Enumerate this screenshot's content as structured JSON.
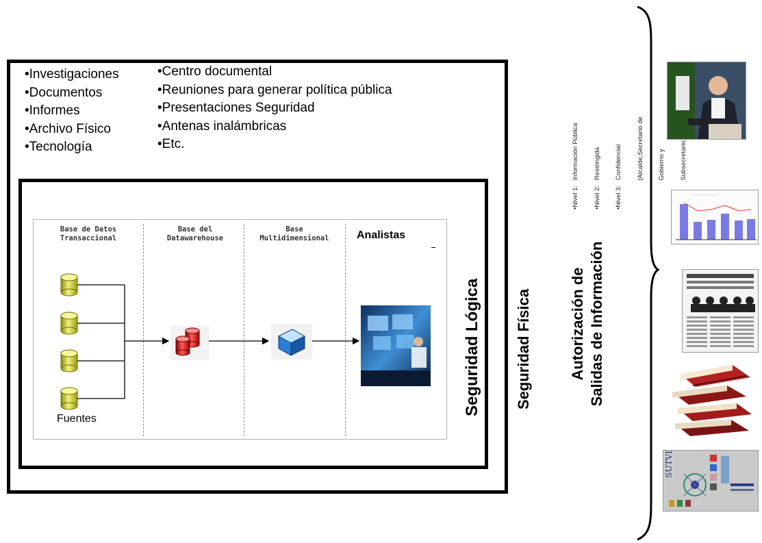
{
  "top_list_left": [
    "Investigaciones",
    "Documentos",
    "Informes",
    "Archivo Físico",
    "Tecnología"
  ],
  "top_list_right": [
    "Centro documental",
    "Reuniones para generar política pública",
    "Presentaciones Seguridad",
    "Antenas inalámbricas",
    "Etc."
  ],
  "columns": [
    {
      "line1": "Base de Datos",
      "line2": "Transaccional"
    },
    {
      "line1": "Base del",
      "line2": "Datawarehouse"
    },
    {
      "line1": "Base",
      "line2": "Multidimensional"
    }
  ],
  "analysts_label": "Analistas",
  "sources_label": "Fuentes",
  "logical_security": "Seguridad Lógica",
  "physical_security": "Seguridad Física",
  "authorization": {
    "line1": "Autorización de",
    "line2": "Salidas de Información"
  },
  "levels": [
    "•Nivel 1:   Información Pública",
    "•Nivel 2:   Restringida",
    "•Nivel 3:   Confidencial",
    "                (Alcalde,Secretario de",
    "                Gobierno y",
    "                Subsecretario)."
  ],
  "thumbnails": [
    "press-conference-photo",
    "bar-chart-report",
    "newspaper-page",
    "books-stack",
    "sutvd-poster"
  ]
}
